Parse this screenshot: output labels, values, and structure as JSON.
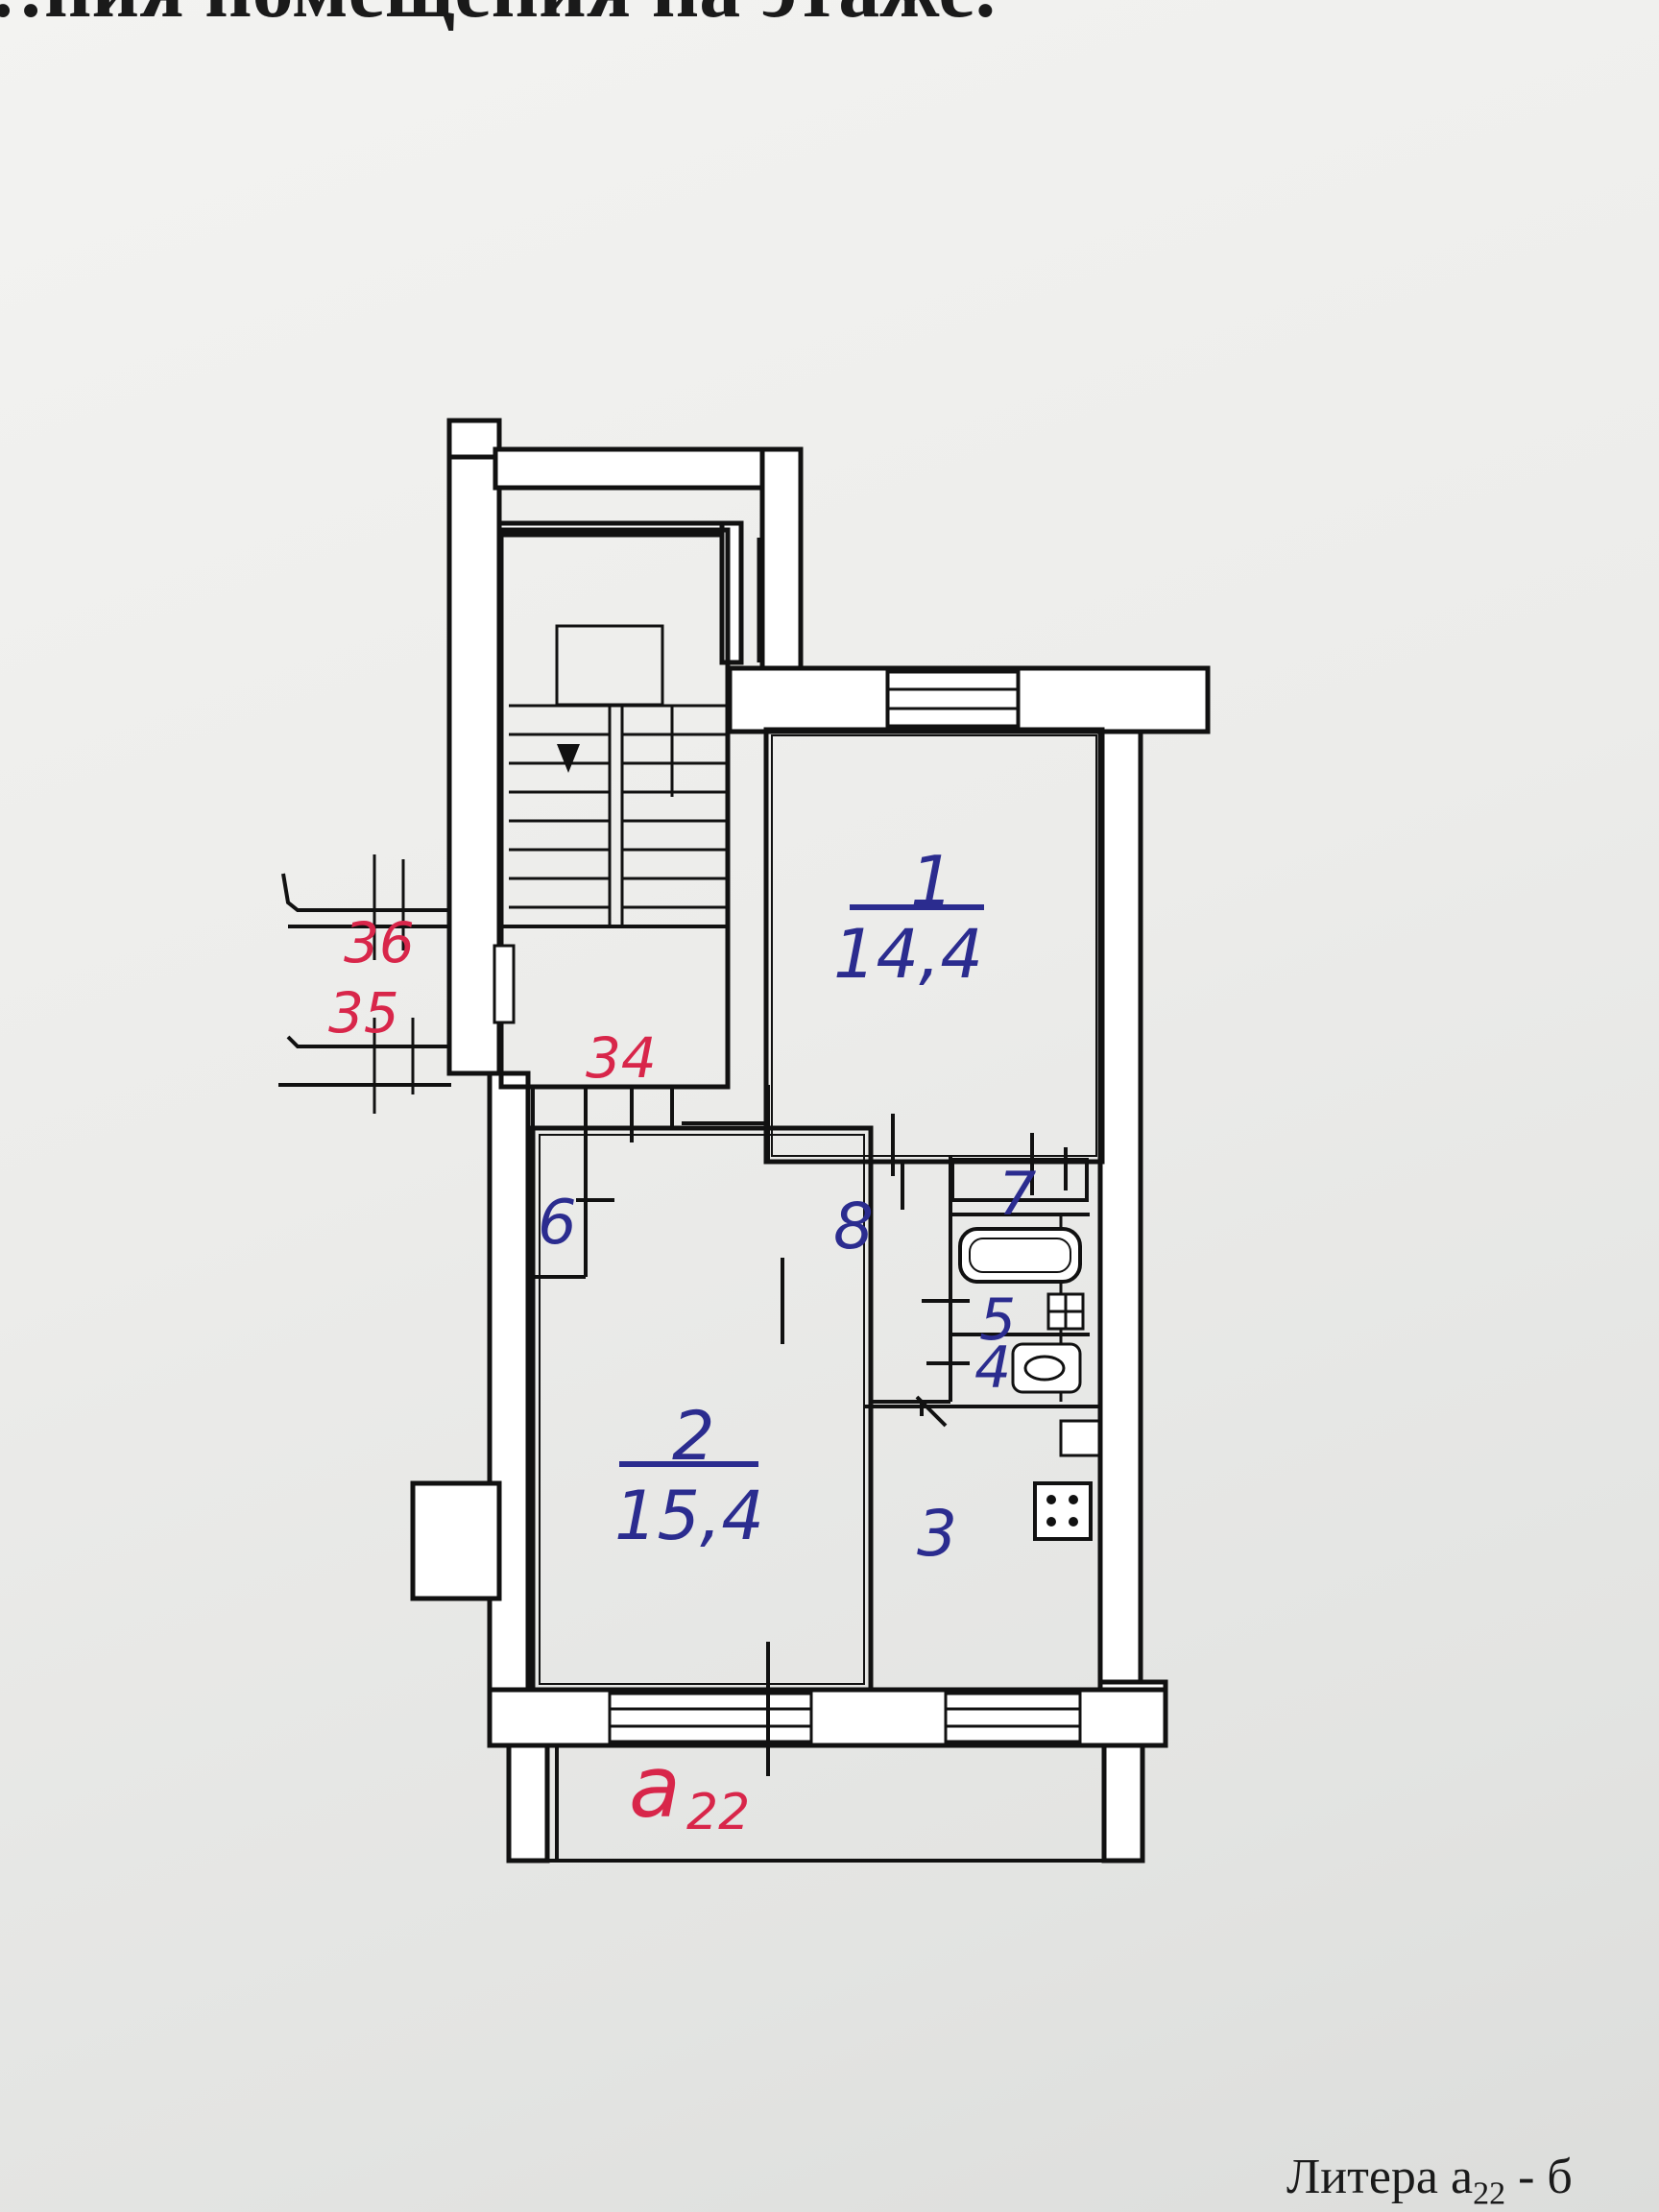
{
  "document": {
    "heading": "…ния помещения на этаже.",
    "footer_main": "Литера а",
    "footer_sub": "22",
    "footer_tail": " - б"
  },
  "rooms": {
    "r1_num": "1",
    "r1_area": "14,4",
    "r2_num": "2",
    "r2_area": "15,4",
    "r3": "3",
    "r4": "4",
    "r5": "5",
    "r6": "6",
    "r7": "7",
    "r8": "8"
  },
  "labels": {
    "l34": "34",
    "l35": "35",
    "l36": "36",
    "litera": "а",
    "litera_sub": "22"
  },
  "colors": {
    "ink_blue": "#2b2c8f",
    "ink_red": "#d8264a",
    "line": "#111111"
  }
}
